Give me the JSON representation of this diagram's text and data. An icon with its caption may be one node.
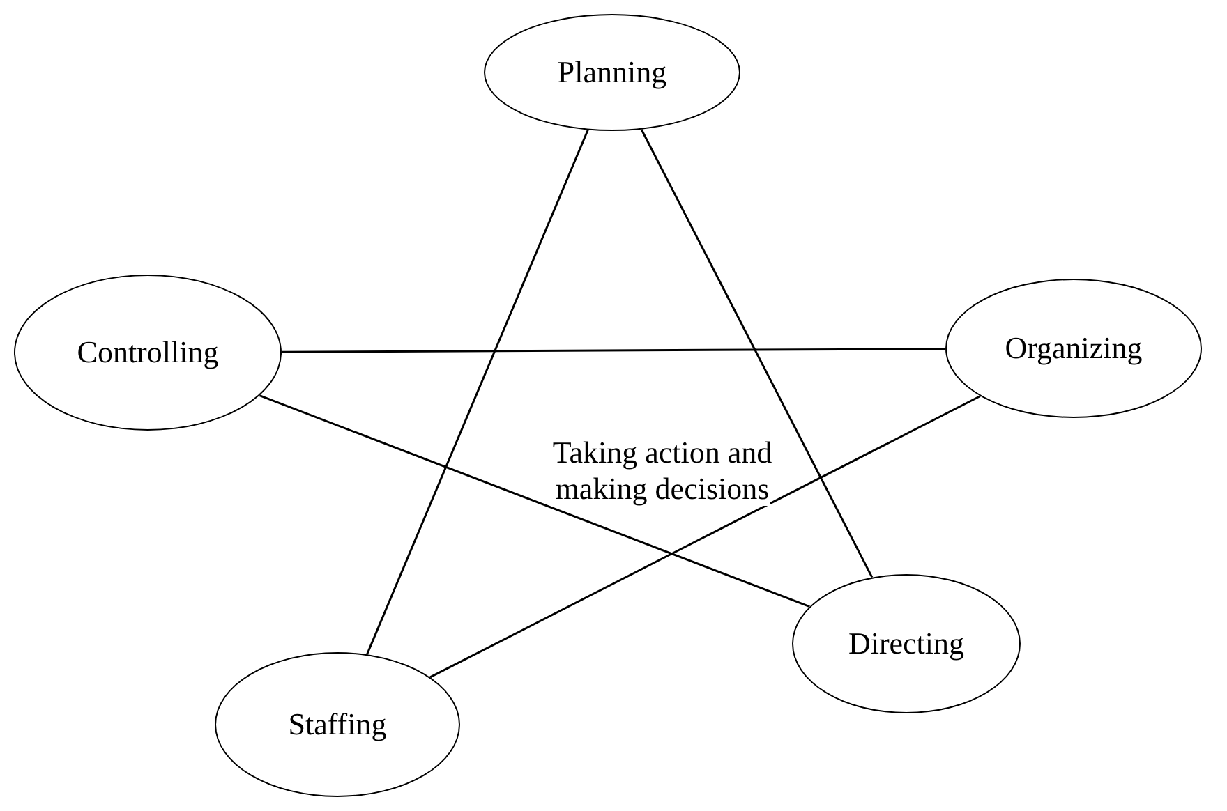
{
  "diagram": {
    "nodes": [
      {
        "text": [
          "Planning"
        ]
      },
      {
        "text": [
          "Controlling"
        ]
      },
      {
        "text": [
          "Organizing"
        ]
      },
      {
        "text": [
          "Staffing"
        ]
      },
      {
        "text": [
          "Directing"
        ]
      }
    ],
    "edges": [
      {
        "from": 0,
        "to": 3,
        "arrow": "none"
      },
      {
        "from": 0,
        "to": 4,
        "arrow": "none"
      },
      {
        "from": 1,
        "to": 2,
        "arrow": "none"
      },
      {
        "from": 1,
        "to": 4,
        "arrow": "none"
      },
      {
        "from": 3,
        "to": 2,
        "arrow": "none"
      }
    ],
    "labels": [
      "Taking action and making decisions"
    ]
  }
}
